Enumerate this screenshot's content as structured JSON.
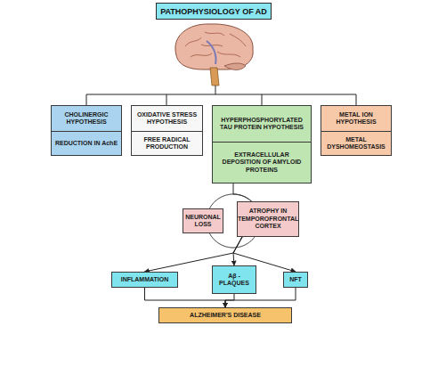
{
  "diagram": {
    "title": "PATHOPHYSIOLOGY OF AD",
    "nodes": [
      {
        "text": [
          "CHOLINERGIC HYPOTHESIS",
          "REDUCTION IN AchE"
        ]
      },
      {
        "text": [
          "OXIDATIVE STRESS HYPOTHESIS",
          "FREE RADICAL PRODUCTION"
        ]
      },
      {
        "text": [
          "HYPERPHOSPHORYLATED TAU PROTEIN HYPOTHESIS",
          "EXTRACELLULAR DEPOSITION OF AMYLOID PROTEINS"
        ]
      },
      {
        "text": [
          "METAL ION HYPOTHESIS",
          "METAL DYSHOMEOSTASIS"
        ]
      },
      {
        "text": [
          "NEURONAL LOSS"
        ]
      },
      {
        "text": [
          "ATROPHY IN TEMPOROFRONTAL CORTEX"
        ]
      },
      {
        "text": [
          "INFLAMMATION"
        ]
      },
      {
        "text": [
          "Aβ - PLAQUES"
        ]
      },
      {
        "text": [
          "NFT"
        ]
      },
      {
        "text": [
          "ALZHEIMER'S DISEASE"
        ]
      }
    ],
    "edges": [
      {
        "from": 2,
        "to": 5,
        "arrow": "none"
      },
      {
        "from": 4,
        "to": 5,
        "arrow": "none"
      },
      {
        "from": 5,
        "to": 4,
        "arrow": "none"
      },
      {
        "from": 5,
        "to": 6,
        "arrow": "to"
      },
      {
        "from": 5,
        "to": 7,
        "arrow": "to"
      },
      {
        "from": 5,
        "to": 8,
        "arrow": "to"
      },
      {
        "from": 6,
        "to": 9,
        "arrow": "to"
      },
      {
        "from": 7,
        "to": 9,
        "arrow": "to"
      },
      {
        "from": 8,
        "to": 9,
        "arrow": "to"
      }
    ]
  }
}
